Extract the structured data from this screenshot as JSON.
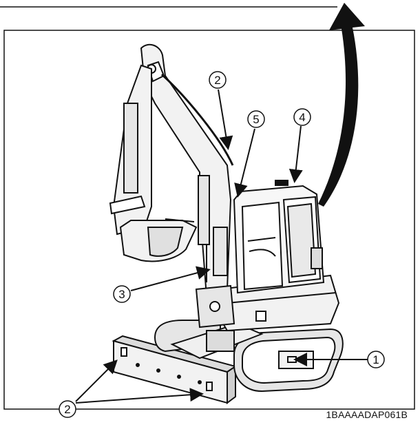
{
  "figure": {
    "code": "1BAAAADAP061B"
  },
  "callouts": [
    {
      "id": "c1",
      "label": "1"
    },
    {
      "id": "c2a",
      "label": "2"
    },
    {
      "id": "c2b",
      "label": "2"
    },
    {
      "id": "c3",
      "label": "3"
    },
    {
      "id": "c4",
      "label": "4"
    },
    {
      "id": "c5",
      "label": "5"
    }
  ],
  "colors": {
    "line": "#111111",
    "fill": "#f2f2f2",
    "shade": "#d9d9d9"
  }
}
